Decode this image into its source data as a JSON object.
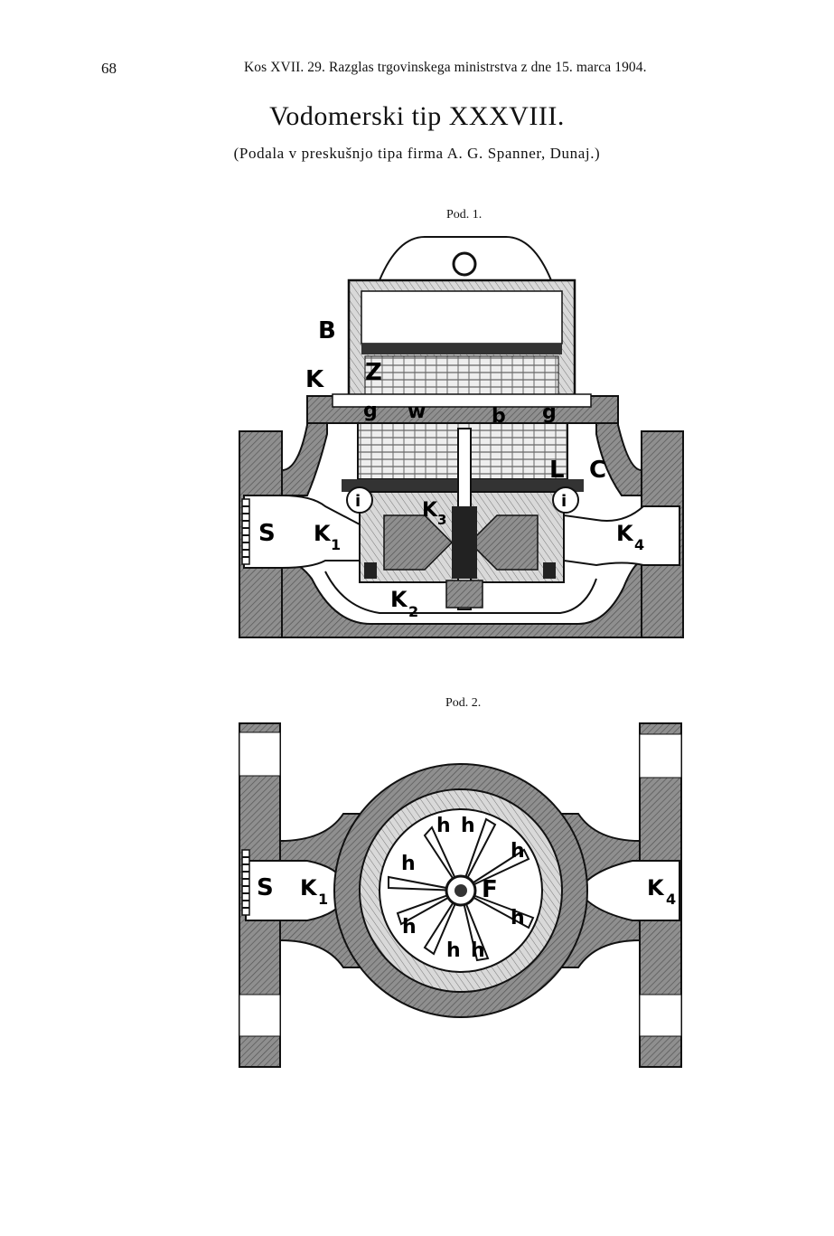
{
  "header": {
    "page_number": "68",
    "running_title": "Kos XVII. 29. Razglas trgovinskega ministrstva z dne 15. marca 1904."
  },
  "document": {
    "title": "Vodomerski tip XXXVIII.",
    "subtitle": "(Podala v preskušnjo tipa firma A. G. Spanner, Dunaj.)"
  },
  "figure1": {
    "caption": "Pod. 1.",
    "labels": {
      "B": "B",
      "K": "K",
      "Z": "Z",
      "g_left": "g",
      "w": "w",
      "b": "b",
      "g_right": "g",
      "L": "L",
      "C": "C",
      "i_left": "i",
      "i_right": "i",
      "S": "S",
      "K1": "K",
      "K1_sub": "1",
      "K3": "K",
      "K3_sub": "3",
      "K4": "K",
      "K4_sub": "4",
      "K2": "K",
      "K2_sub": "2"
    }
  },
  "figure2": {
    "caption": "Pod. 2.",
    "labels": {
      "S": "S",
      "K1": "K",
      "K1_sub": "1",
      "F": "F",
      "K4": "K",
      "K4_sub": "4",
      "h": "h"
    }
  },
  "colors": {
    "ink": "#111111",
    "hatch_fill": "#9a9a9a",
    "paper": "#ffffff"
  }
}
